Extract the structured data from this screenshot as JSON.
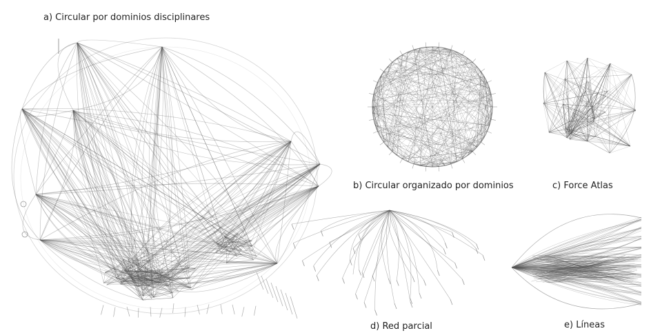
{
  "figure": {
    "panels": [
      {
        "id": "a",
        "label": "a) Circular por dominios disciplinares"
      },
      {
        "id": "b",
        "label": "b) Circular organizado por dominios"
      },
      {
        "id": "c",
        "label": "c) Force Atlas"
      },
      {
        "id": "d",
        "label": "d) Red parcial"
      },
      {
        "id": "e",
        "label": "e) Líneas"
      }
    ]
  },
  "colors": {
    "edge": "#555555",
    "background": "#ffffff",
    "text": "#222222"
  }
}
